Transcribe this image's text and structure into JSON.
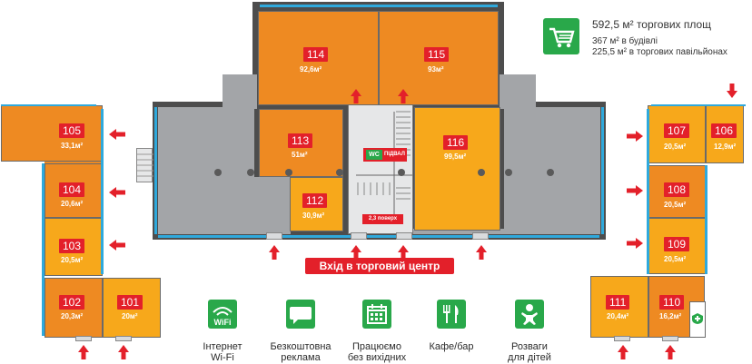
{
  "summary": {
    "total": "592,5 м² торгових площ",
    "building": "367 м² в будівлі",
    "pavilions": "225,5 м² в торгових павільйонах"
  },
  "entrance": "Вхід в торговий центр",
  "wc": {
    "badge": "WC",
    "label": "ПІДВАЛ"
  },
  "floor_label": "2,3 поверх",
  "shops": [
    {
      "id": "101",
      "area": "20м²"
    },
    {
      "id": "102",
      "area": "20,3м²"
    },
    {
      "id": "103",
      "area": "20,5м²"
    },
    {
      "id": "104",
      "area": "20,6м²"
    },
    {
      "id": "105",
      "area": "33,1м²"
    },
    {
      "id": "106",
      "area": "12,9м²"
    },
    {
      "id": "107",
      "area": "20,5м²"
    },
    {
      "id": "108",
      "area": "20,5м²"
    },
    {
      "id": "109",
      "area": "20,5м²"
    },
    {
      "id": "110",
      "area": "16,2м²"
    },
    {
      "id": "111",
      "area": "20,4м²"
    },
    {
      "id": "112",
      "area": "30,9м²"
    },
    {
      "id": "113",
      "area": "51м²"
    },
    {
      "id": "114",
      "area": "92,6м²"
    },
    {
      "id": "115",
      "area": "93м²"
    },
    {
      "id": "116",
      "area": "99,5м²"
    }
  ],
  "amenities": [
    {
      "icon": "wifi-icon",
      "line1": "Інтернет",
      "line2": "Wi-Fi"
    },
    {
      "icon": "chat-bubble-icon",
      "line1": "Безкоштовна",
      "line2": "реклама"
    },
    {
      "icon": "calendar-icon",
      "line1": "Працюємо",
      "line2": "без вихідних"
    },
    {
      "icon": "fork-knife-icon",
      "line1": "Кафе/бар",
      "line2": ""
    },
    {
      "icon": "baby-icon",
      "line1": "Розваги",
      "line2": "для дітей"
    }
  ],
  "colors": {
    "shop_light": "#f7a81b",
    "shop_dark": "#ee8a22",
    "label": "#e3202a",
    "corridor": "#a3a5a8",
    "window": "#2fa9dc",
    "green": "#29a84a"
  },
  "cart_icon": "shopping-cart-icon",
  "first_aid_icon": "first-aid-icon"
}
